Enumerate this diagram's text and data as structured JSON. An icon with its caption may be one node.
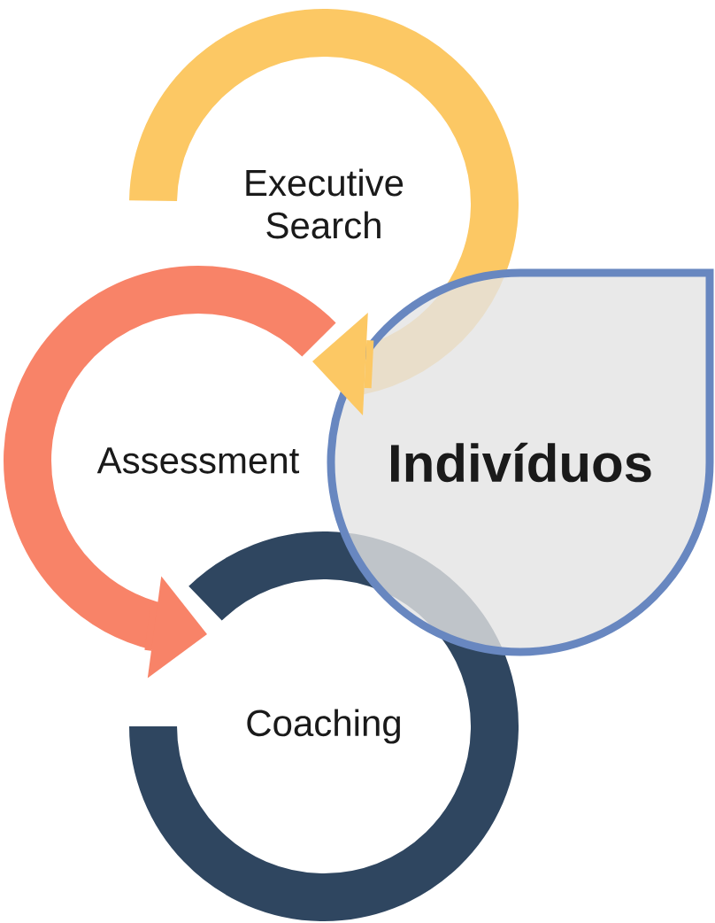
{
  "diagram": {
    "nodes": [
      {
        "text": [
          "Executive Search"
        ]
      },
      {
        "text": [
          "Assessment"
        ]
      },
      {
        "text": [
          "Coaching"
        ]
      },
      {
        "text": [
          "Indivíduos"
        ]
      }
    ],
    "edges": [
      {
        "from": 0,
        "to": 1,
        "arrow": "to",
        "color": "#FCC864"
      },
      {
        "from": 1,
        "to": 2,
        "arrow": "to",
        "color": "#F88368"
      }
    ]
  }
}
